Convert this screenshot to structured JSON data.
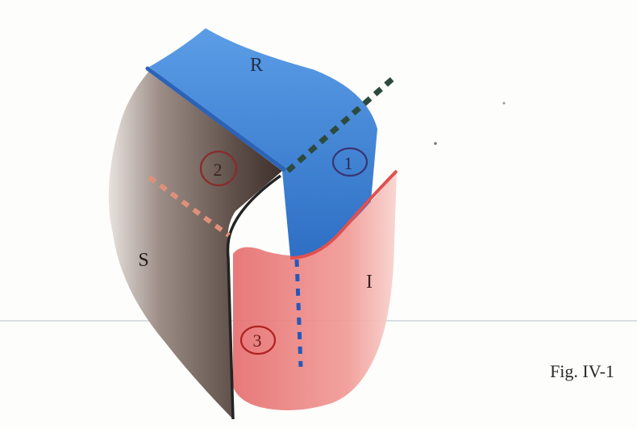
{
  "regions": {
    "r": {
      "label": "R",
      "color": "#3f80d0"
    },
    "s": {
      "label": "S",
      "color": "#4a3a34"
    },
    "i": {
      "label": "I",
      "color": "#ee8a88"
    }
  },
  "markers": {
    "m1": {
      "label": "1",
      "ring_color": "#3a3470"
    },
    "m2": {
      "label": "2",
      "ring_color": "#8a2a2a"
    },
    "m3": {
      "label": "3",
      "ring_color": "#b02020"
    }
  },
  "boundaries": {
    "r_s": "#2860b0",
    "i_top": "#e05050",
    "s_i": "#202020"
  },
  "dashed_lines": {
    "r_i_ext": "#2a4a3a",
    "s_ext": "#e0907a",
    "i_ext": "#2858b8"
  },
  "caption": "Fig. IV-1"
}
